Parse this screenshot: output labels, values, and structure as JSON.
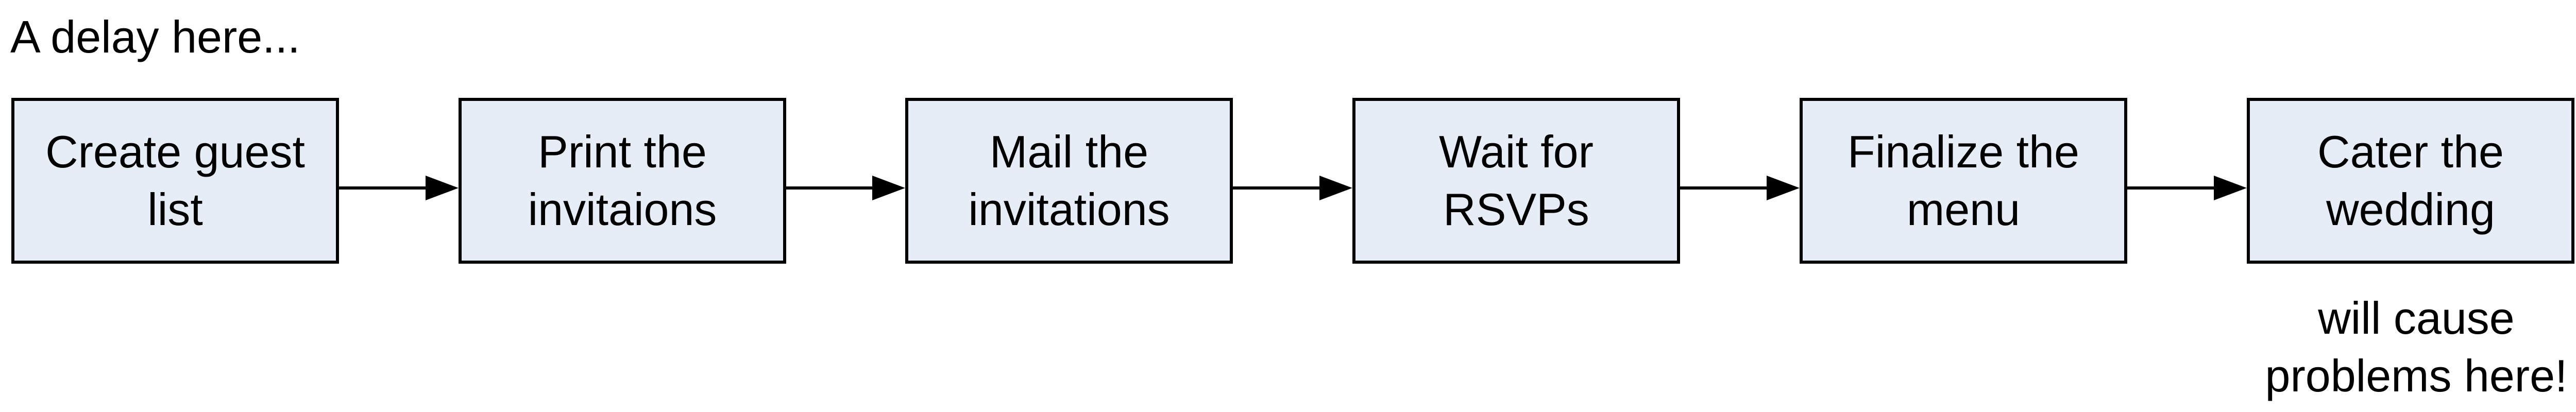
{
  "diagram": {
    "top_caption": "A delay here...",
    "bottom_caption": "will cause problems here!",
    "steps": [
      {
        "label": "Create guest list"
      },
      {
        "label": "Print the invitaions"
      },
      {
        "label": "Mail the invitations"
      },
      {
        "label": "Wait for RSVPs"
      },
      {
        "label": "Finalize the menu"
      },
      {
        "label": "Cater the wedding"
      }
    ],
    "colors": {
      "box_fill": "#e6edf7",
      "box_border": "#000000",
      "arrow": "#000000",
      "text": "#000000"
    }
  }
}
